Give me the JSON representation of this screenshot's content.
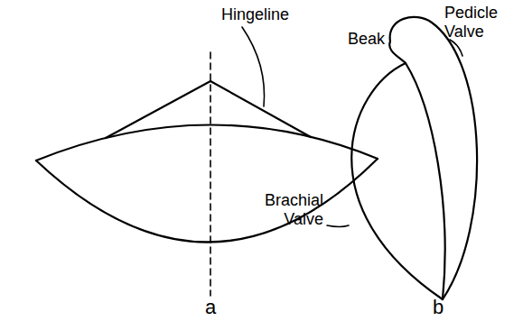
{
  "diagram": {
    "labels": [
      "Hingeline",
      "a",
      "Beak",
      "Pedicle Valve",
      "Brachial Valve",
      "b"
    ]
  }
}
